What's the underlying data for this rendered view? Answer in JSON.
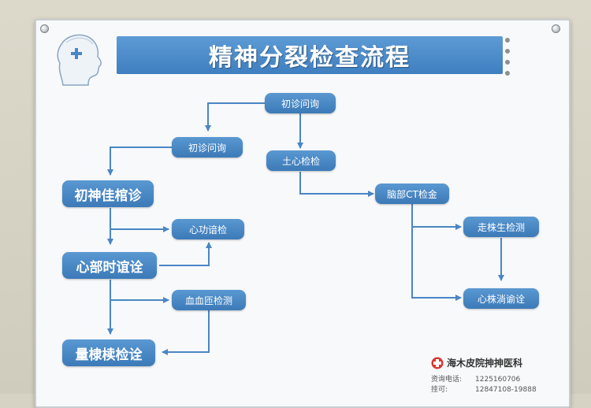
{
  "board": {
    "title": "精神分裂检查流程",
    "colors": {
      "node": "#3f7fc0",
      "arrow": "#4a86c4",
      "header": "#4a8bcb"
    }
  },
  "nodes": {
    "left_top": "初诊问询",
    "left_1": "初神佳棺诊",
    "left_mid_small": "心功谙检",
    "left_2": "心部时谊诠",
    "left_low_small": "血血匝检测",
    "left_3": "量棣椟检诠",
    "center_top": "初诊问询",
    "center_2": "土心检检",
    "center_ct": "脑部CT检金",
    "right_1": "走株生检测",
    "right_2": "心株淌谕诠"
  },
  "footer": {
    "hospital": "海木皮院抻抻医科",
    "phone_label": "资询电话:",
    "phone_value": "1225160706",
    "hotline_label": "挂可:",
    "hotline_value": "12847108-19888"
  },
  "icons": [
    "head-profile-logo-icon",
    "hospital-cross-icon"
  ]
}
